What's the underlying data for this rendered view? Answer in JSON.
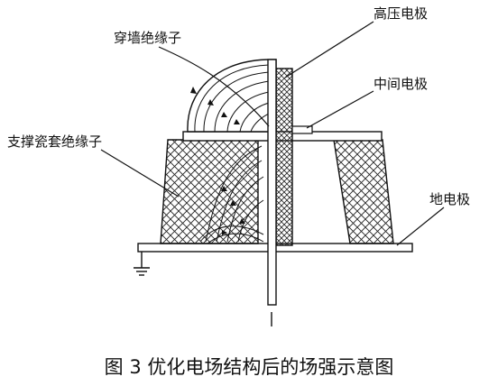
{
  "labels": {
    "high_voltage_electrode": "高压电极",
    "wall_bushing_insulator": "穿墙绝缘子",
    "middle_electrode": "中间电极",
    "support_porcelain_insulator": "支撑瓷套绝缘子",
    "ground_electrode": "地电极"
  },
  "caption": "图 3 优化电场结构后的场强示意图"
}
